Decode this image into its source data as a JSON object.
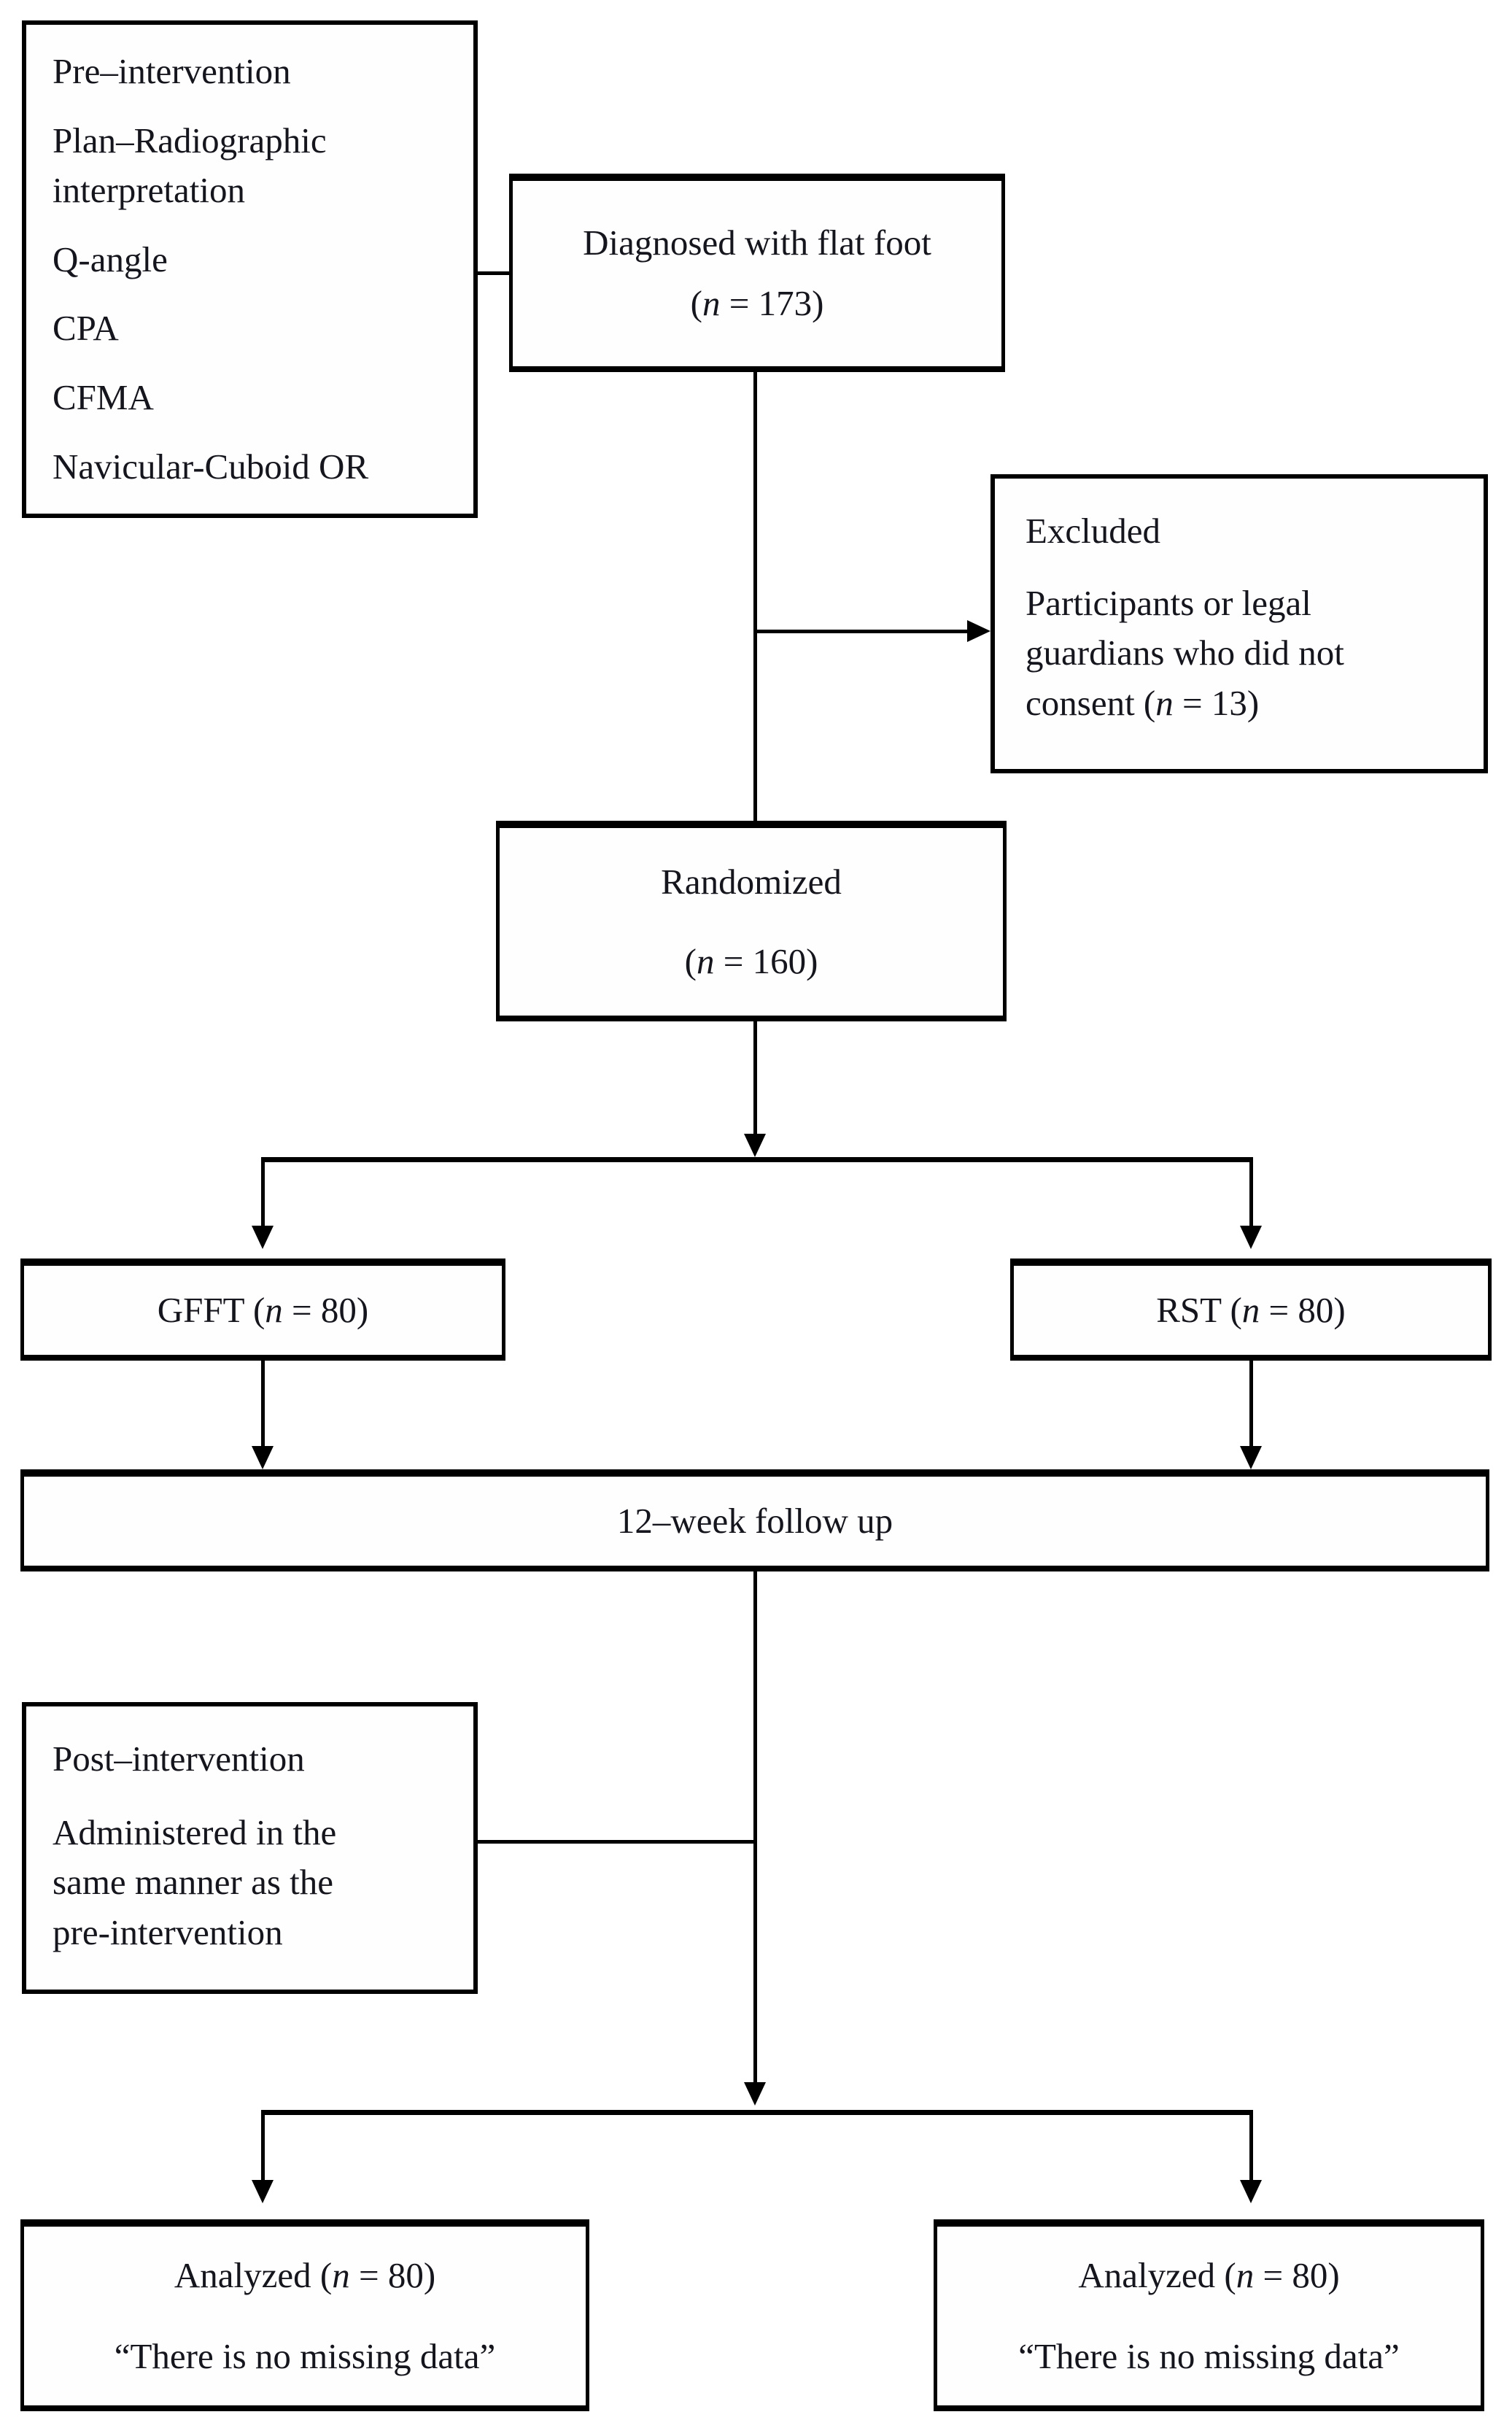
{
  "canvas": {
    "background": "#ffffff",
    "line_color": "#000000",
    "text_color": "#15151d"
  },
  "boxes": {
    "pre_intervention": {
      "lines": [
        "Pre–intervention",
        "Plan–Radiographic interpretation",
        "Q-angle",
        "CPA",
        "CFMA",
        "Navicular-Cuboid OR"
      ]
    },
    "diagnosed": {
      "title": "Diagnosed with flat foot",
      "count_open": "(",
      "count_var": "n",
      "count_rest": " = 173)"
    },
    "excluded": {
      "title": "Excluded",
      "reason_lines": [
        "Participants or legal",
        "guardians who did not"
      ],
      "reason_end": "consent (",
      "count_var": "n",
      "count_rest": " = 13)"
    },
    "randomized": {
      "title": "Randomized",
      "count_open": "(",
      "count_var": "n",
      "count_rest": " = 160)"
    },
    "gfft": {
      "label": "GFFT (",
      "count_var": "n",
      "count_rest": " = 80)"
    },
    "rst": {
      "label": "RST (",
      "count_var": "n",
      "count_rest": " = 80)"
    },
    "follow_up": {
      "label": "12–week follow up"
    },
    "post_intervention": {
      "title": "Post–intervention",
      "body_lines": [
        "Administered in the",
        "same manner as the",
        "pre-intervention"
      ]
    },
    "analyzed_gfft": {
      "label": "Analyzed (",
      "count_var": "n",
      "count_rest": " = 80)",
      "note": "“There is no missing data”"
    },
    "analyzed_rst": {
      "label": "Analyzed (",
      "count_var": "n",
      "count_rest": " = 80)",
      "note": "“There is no missing data”"
    }
  }
}
